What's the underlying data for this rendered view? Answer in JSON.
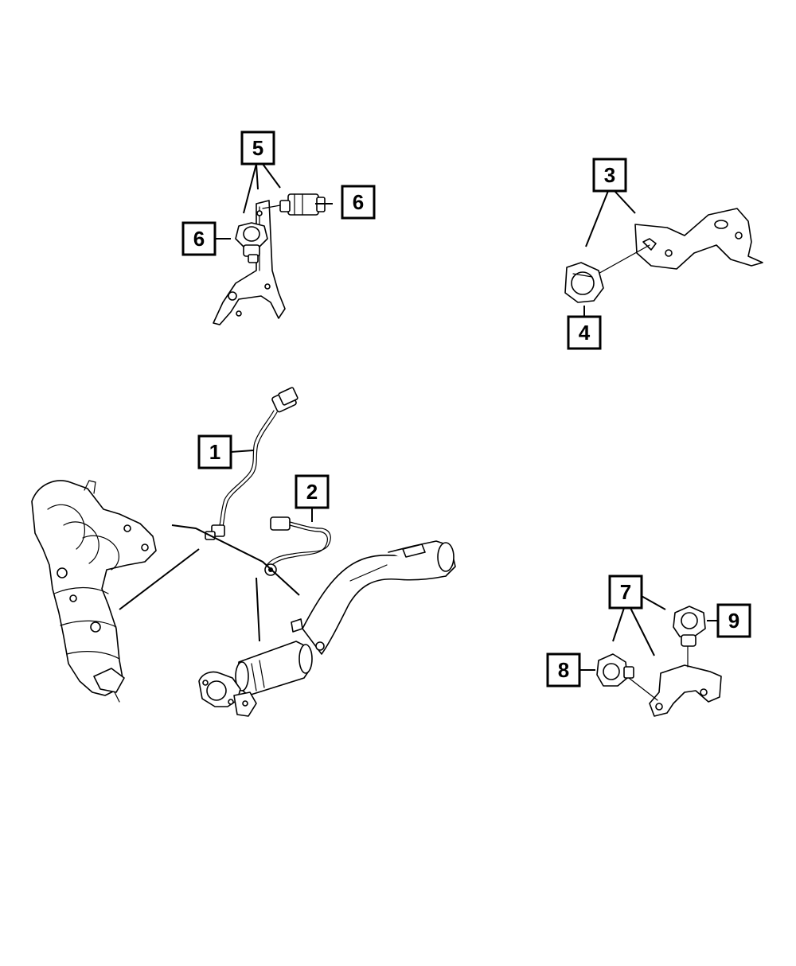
{
  "diagram": {
    "callouts": [
      {
        "id": "c1",
        "label": "1"
      },
      {
        "id": "c2",
        "label": "2"
      },
      {
        "id": "c3",
        "label": "3"
      },
      {
        "id": "c4",
        "label": "4"
      },
      {
        "id": "c5",
        "label": "5"
      },
      {
        "id": "c6a",
        "label": "6"
      },
      {
        "id": "c6b",
        "label": "6"
      },
      {
        "id": "c7",
        "label": "7"
      },
      {
        "id": "c8",
        "label": "8"
      },
      {
        "id": "c9",
        "label": "9"
      }
    ],
    "colors": {
      "ink": "#000000",
      "paper": "#ffffff"
    }
  }
}
